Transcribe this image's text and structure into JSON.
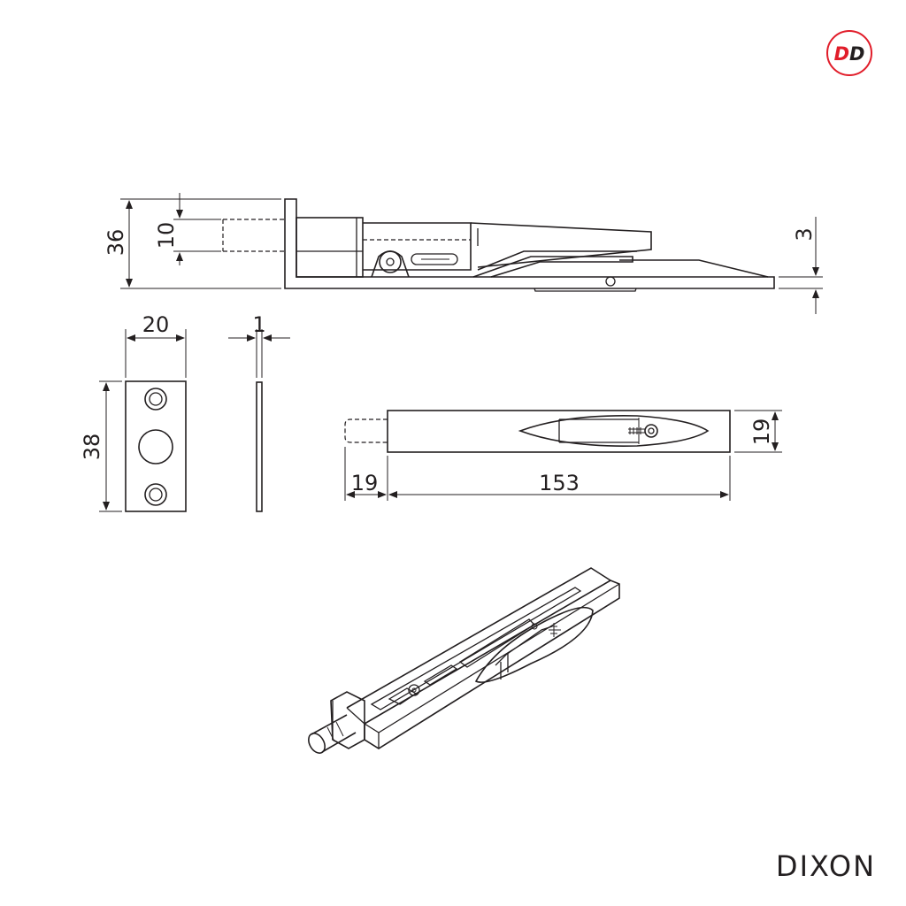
{
  "brand": {
    "logo_text": "DD",
    "logo_color": "#e11d2a",
    "name": "DIXON"
  },
  "dimensions": {
    "side_height": "36",
    "bolt_diameter": "10",
    "plate_thickness": "3",
    "keep_width": "20",
    "keep_thickness": "1",
    "keep_height": "38",
    "bolt_projection": "19",
    "body_length": "153",
    "body_width": "19"
  },
  "colors": {
    "line": "#231f20",
    "background": "#ffffff"
  }
}
